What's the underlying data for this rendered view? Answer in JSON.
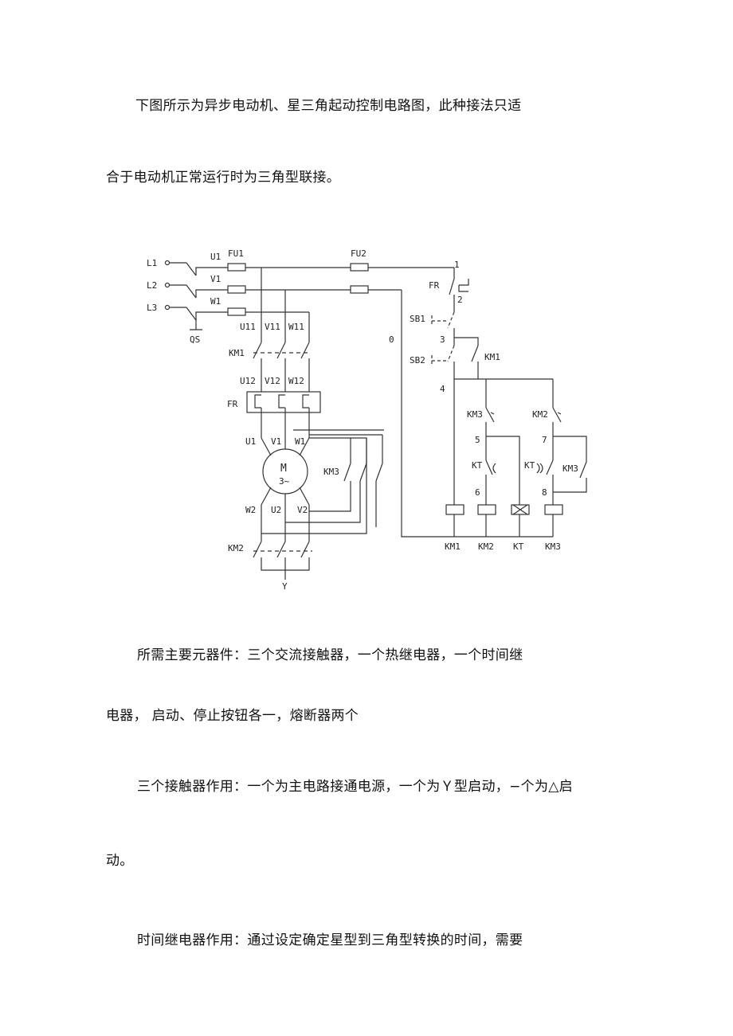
{
  "paragraphs": {
    "p1a": "下图所示为异步电动机、星三角起动控制电路图，此种接法只适",
    "p1b": "合于电动机正常运行时为三角型联接。",
    "p2a": "所需主要元器件：三个交流接触器，一个热继电器，一个时间继",
    "p2b": "电器， 启动、停止按钮各一，熔断器两个",
    "p3a": "三个接触器作用：一个为主电路接通电源，一个为Ｙ型启动，−个为△启",
    "p3b": "动。",
    "p4a": "时间继电器作用：通过设定确定星型到三角型转换的时间，需要"
  },
  "diagram": {
    "labels": {
      "L1": "L1",
      "L2": "L2",
      "L3": "L3",
      "QS": "QS",
      "U1": "U1",
      "V1": "V1",
      "W1": "W1",
      "FU1": "FU1",
      "FU2": "FU2",
      "U11": "U11",
      "V11": "V11",
      "W11": "W11",
      "KM1": "KM1",
      "U12": "U12",
      "V12": "V12",
      "W12": "W12",
      "FR": "FR",
      "mU1": "U1",
      "mV1": "V1",
      "mW1": "W1",
      "M": "M",
      "phase": "3~",
      "KM3": "KM3",
      "W2": "W2",
      "U2": "U2",
      "V2": "V2",
      "KM2": "KM2",
      "Y": "Y",
      "zero": "0",
      "n1": "1",
      "n2": "2",
      "n3": "3",
      "n4": "4",
      "n5": "5",
      "n6": "6",
      "n7": "7",
      "n8": "8",
      "cFR": "FR",
      "SB1": "SB1",
      "SB2": "SB2",
      "cKM1": "KM1",
      "cKM3a": "KM3",
      "cKM2a": "KM2",
      "KTa": "KT",
      "KTb": "KT",
      "cKM3b": "KM3",
      "coilKM1": "KM1",
      "coilKM2": "KM2",
      "coilKT": "KT",
      "coilKM3": "KM3"
    }
  }
}
